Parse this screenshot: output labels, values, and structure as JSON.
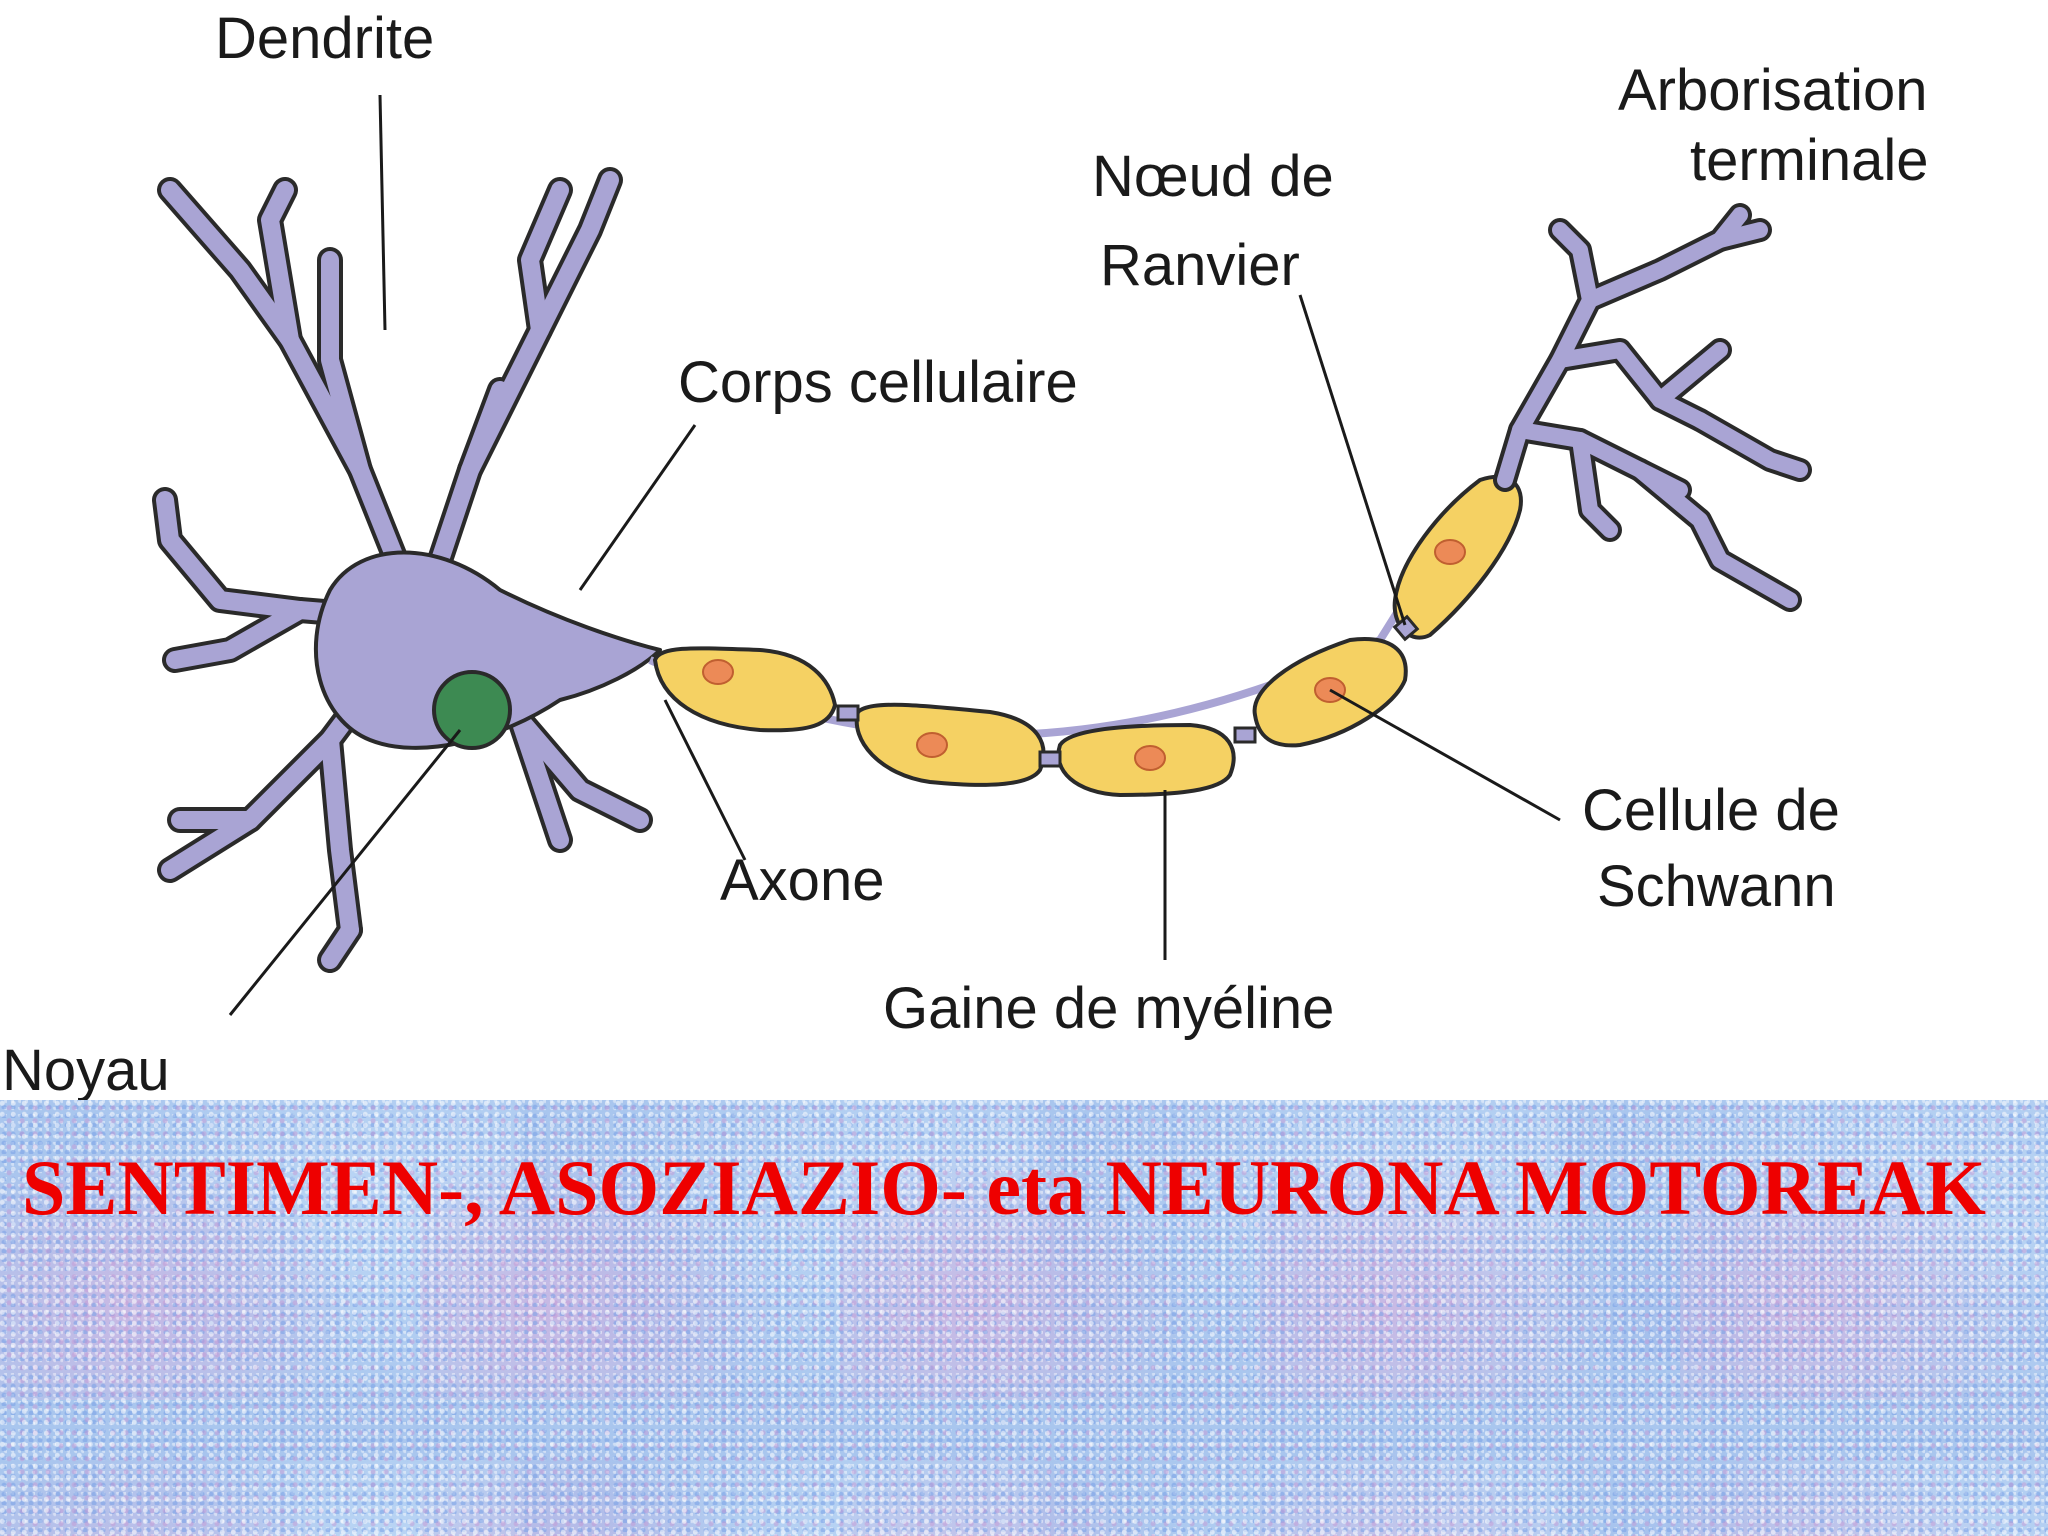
{
  "diagram": {
    "labels": {
      "dendrite": "Dendrite",
      "arborisation_line1": "Arborisation",
      "arborisation_line2": "terminale",
      "noeud_line1": "Nœud de",
      "noeud_line2": "Ranvier",
      "corps": "Corps cellulaire",
      "axone": "Axone",
      "cellule_line1": "Cellule de",
      "cellule_line2": "Schwann",
      "gaine": "Gaine de myéline",
      "noyau": "Noyau"
    },
    "colors": {
      "neuron_body": "#a9a4d4",
      "nucleus": "#3d8a52",
      "schwann_cell": "#f5d163",
      "schwann_nucleus": "#ec8a57",
      "outline": "#2a2a2a"
    }
  },
  "footer": {
    "title": "SENTIMEN-, ASOZIAZIO- eta NEURONA MOTOREAK",
    "title_color": "#ee0000"
  }
}
